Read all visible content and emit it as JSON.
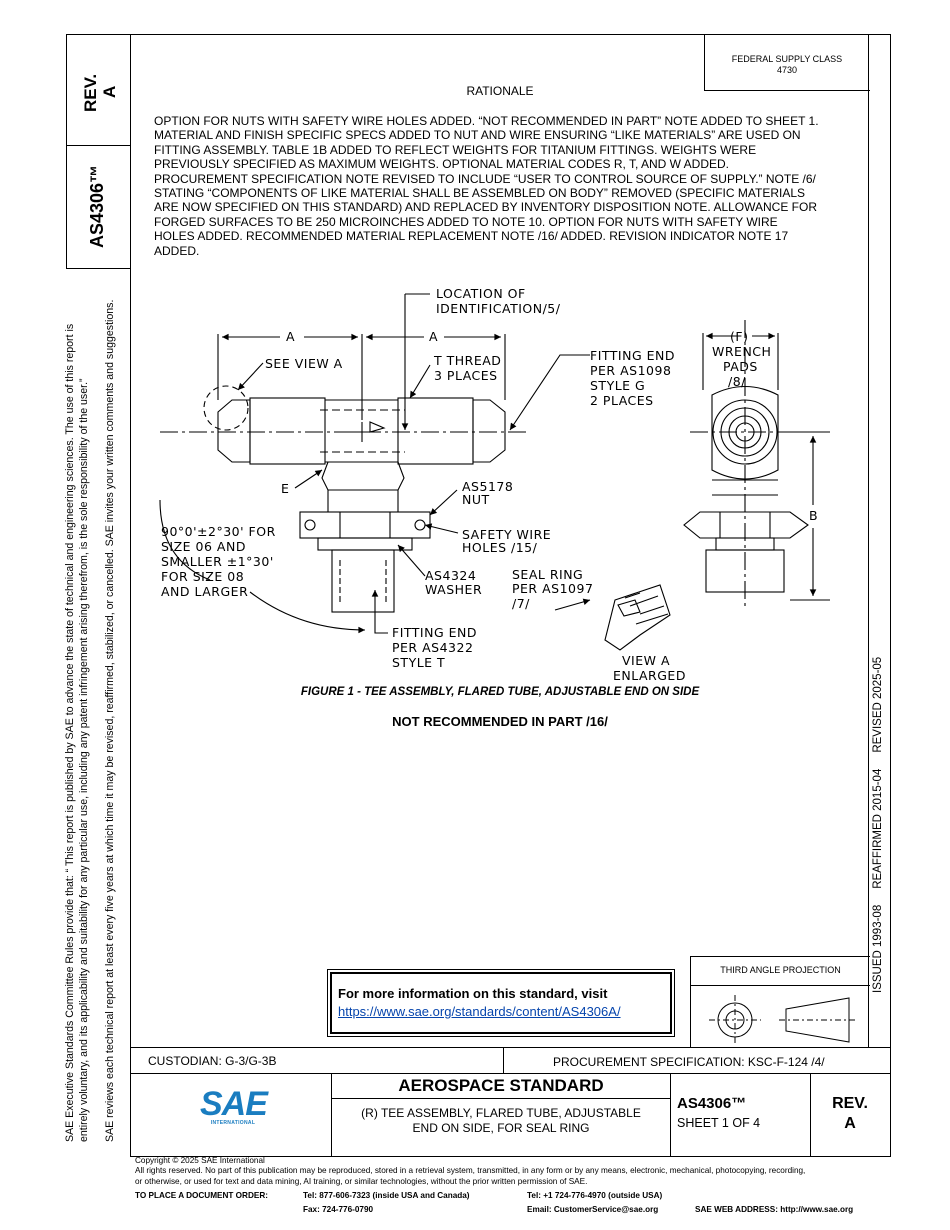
{
  "header": {
    "federal_supply_class_label": "FEDERAL SUPPLY CLASS",
    "federal_supply_class_value": "4730",
    "rationale_title": "RATIONALE",
    "rationale_lines": [
      "OPTION FOR NUTS WITH SAFETY WIRE HOLES ADDED. “NOT RECOMMENDED IN PART” NOTE ADDED TO SHEET 1.",
      "MATERIAL AND FINISH SPECIFIC SPECS ADDED TO NUT AND WIRE ENSURING “LIKE MATERIALS” ARE USED ON",
      "FITTING ASSEMBLY. TABLE 1B ADDED TO REFLECT WEIGHTS FOR TITANIUM FITTINGS. WEIGHTS WERE",
      "PREVIOUSLY SPECIFIED AS MAXIMUM WEIGHTS. OPTIONAL MATERIAL CODES R, T, AND W ADDED.",
      "PROCUREMENT SPECIFICATION NOTE REVISED TO INCLUDE “USER TO CONTROL SOURCE OF SUPPLY.” NOTE /6/",
      "STATING “COMPONENTS OF LIKE MATERIAL SHALL BE ASSEMBLED ON BODY” REMOVED (SPECIFIC MATERIALS",
      "ARE NOW SPECIFIED ON THIS STANDARD) AND REPLACED BY INVENTORY DISPOSITION NOTE. ALLOWANCE FOR",
      "FORGED SURFACES TO BE 250 MICROINCHES ADDED TO NOTE 10. OPTION FOR NUTS WITH SAFETY WIRE",
      "HOLES ADDED. RECOMMENDED MATERIAL REPLACEMENT NOTE /16/ ADDED. REVISION INDICATOR NOTE 17",
      "ADDED."
    ]
  },
  "left_margin": {
    "rev_label": "REV.",
    "rev_value": "A",
    "doc_number": "AS4306™",
    "disclaimer_line1": "SAE Executive Standards Committee Rules provide that: “  This report is published by SAE to advance the state of technical and engineering sciences. The use of this report is",
    "disclaimer_line2": "entirely voluntary, and its applicability and suitability for any particular use, including any patent infringement arising therefrom, is the sole responsibility of the user.”",
    "disclaimer_line3": "SAE reviews each technical report at least every five years at which time it may be revised, reaffirmed, stabilized, or cancelled. SAE invites your written comments and suggestions."
  },
  "right_margin": {
    "history": "ISSUED 1993-08     REAFFIRMED 2015-04     REVISED 2025-05"
  },
  "figure": {
    "caption": "FIGURE 1 - TEE ASSEMBLY, FLARED TUBE, ADJUSTABLE END ON SIDE",
    "note": "NOT RECOMMENDED IN PART /16/",
    "labels": {
      "location1": "LOCATION OF",
      "location2": "IDENTIFICATION/5/",
      "dim_a1": "A",
      "dim_a2": "A",
      "see_view": "SEE VIEW A",
      "t_thread1": "T THREAD",
      "t_thread2": "3 PLACES",
      "fitting_end1": "FITTING END",
      "fitting_end2": "PER AS1098",
      "fitting_end3": "STYLE G",
      "fitting_end4": "2 PLACES",
      "dim_f": "(F)",
      "wrench1": "WRENCH",
      "wrench2": "PADS",
      "wrench3": "/8/",
      "dim_e": "E",
      "nut1": "AS5178",
      "nut2": "NUT",
      "angle1": "90°0'±2°30' FOR",
      "angle2": "SIZE 06 AND",
      "angle3": "SMALLER ±1°30'",
      "angle4": "FOR SIZE 08",
      "angle5": "AND LARGER",
      "safety1": "SAFETY WIRE",
      "safety2": "HOLES /15/",
      "dim_b": "B",
      "washer1": "AS4324",
      "washer2": "WASHER",
      "seal1": "SEAL RING",
      "seal2": "PER AS1097",
      "seal3": "/7/",
      "fit2_1": "FITTING END",
      "fit2_2": "PER AS4322",
      "fit2_3": "STYLE T",
      "viewa1": "VIEW A",
      "viewa2": "ENLARGED"
    }
  },
  "info_box": {
    "text": "For more information on this standard, visit",
    "link": "https://www.sae.org/standards/content/AS4306A/"
  },
  "projection": {
    "label": "THIRD ANGLE PROJECTION"
  },
  "title_block": {
    "custodian": "CUSTODIAN: G-3/G-3B",
    "procurement": "PROCUREMENT SPECIFICATION: KSC-F-124 /4/",
    "standard_type": "AEROSPACE STANDARD",
    "title_line1": "(R) TEE ASSEMBLY, FLARED TUBE, ADJUSTABLE",
    "title_line2": "END ON SIDE, FOR SEAL RING",
    "doc_number": "AS4306™",
    "sheet": "SHEET 1 OF 4",
    "rev_label": "REV.",
    "rev_value": "A",
    "logo_text": "SAE",
    "logo_sub": "INTERNATIONAL",
    "logo_color": "#1a7dc0"
  },
  "footer": {
    "copyright": "Copyright © 2025 SAE International",
    "rights1": "All rights reserved. No part of this publication may be reproduced, stored in a retrieval system, transmitted, in any form or by any means, electronic, mechanical, photocopying, recording,",
    "rights2": "or otherwise, or used for text and data mining, AI training, or similar technologies, without the prior written permission of SAE.",
    "order_label": "TO PLACE A DOCUMENT ORDER:",
    "tel_us": "Tel: 877-606-7323 (inside USA and Canada)",
    "tel_intl": "Tel: +1 724-776-4970 (outside USA)",
    "fax": "Fax: 724-776-0790",
    "email": "Email: CustomerService@sae.org",
    "web": "SAE WEB ADDRESS: http://www.sae.org"
  }
}
